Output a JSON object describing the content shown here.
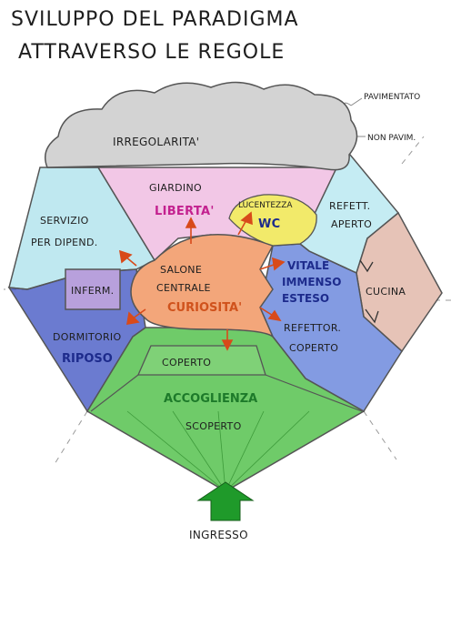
{
  "title": {
    "line1": "SVILUPPO DEL PARADIGMA",
    "line2": "ATTRAVERSO LE REGOLE"
  },
  "annotations": {
    "pavimentato": "PAVIMENTATO",
    "non_pavimentato": "NON PAVIM."
  },
  "zones": {
    "irregolarita": "IRREGOLARITA'",
    "giardino": "GIARDINO",
    "liberta": "LIBERTA'",
    "lucentezza": "LUCENTEZZA",
    "wc": "WC",
    "refett_aperto_1": "REFETT.",
    "refett_aperto_2": "APERTO",
    "servizio_1": "SERVIZIO",
    "servizio_2": "PER DIPEND.",
    "infermeria": "INFERM.",
    "salone_1": "SALONE",
    "salone_2": "CENTRALE",
    "curiosita": "CURIOSITA'",
    "vitale_1": "VITALE",
    "vitale_2": "IMMENSO",
    "vitale_3": "ESTESO",
    "cucina": "CUCINA",
    "dormitorio": "DORMITORIO",
    "riposo": "RIPOSO",
    "refettor_coperto_1": "REFETTOR.",
    "refettor_coperto_2": "COPERTO",
    "coperto": "COPERTO",
    "accoglienza": "ACCOGLIENZA",
    "scoperto": "SCOPERTO",
    "ingresso": "INGRESSO"
  },
  "colors": {
    "cloud": "#cfcfcf",
    "giardino": "#f2c7e6",
    "servizio": "#bfe8f0",
    "refettorio_aperto": "#c5ecf3",
    "cucina": "#e6c3b7",
    "dormitorio": "#3a4fc0",
    "refettorio_coperto": "#5a7ad8",
    "accoglienza": "#56c24f",
    "salone": "#f3a67a",
    "wc": "#f2ea6a",
    "infermeria": "#b8a0dc",
    "arrow": "#d84a1a",
    "ingresso_arrow": "#1f9a2a",
    "ink": "#4a4a4a"
  }
}
